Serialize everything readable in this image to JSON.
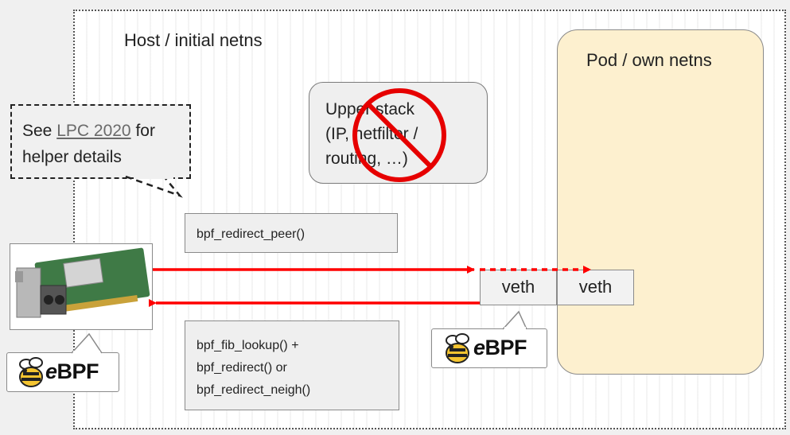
{
  "host": {
    "label": "Host / initial netns"
  },
  "pod": {
    "label": "Pod / own netns"
  },
  "upper_stack": {
    "text": "Upper stack\n(IP, netfilter /\nrouting, …)"
  },
  "callout": {
    "prefix": "See ",
    "link": "LPC 2020",
    "suffix": " for",
    "line2": "helper details"
  },
  "helpers": {
    "peer": "bpf_redirect_peer()",
    "fib_line1": "bpf_fib_lookup() +",
    "fib_line2": "bpf_redirect() or",
    "fib_line3": "bpf_redirect_neigh()"
  },
  "veth": {
    "left": "veth",
    "right": "veth"
  },
  "ebpf": {
    "prefix": "e",
    "word": "BPF"
  },
  "icons": [
    "nic-card-image",
    "bee-icon",
    "prohibited-icon"
  ],
  "colors": {
    "arrow": "#ff0000",
    "pod_fill": "#fdf0cf",
    "box_fill": "#efefef"
  }
}
